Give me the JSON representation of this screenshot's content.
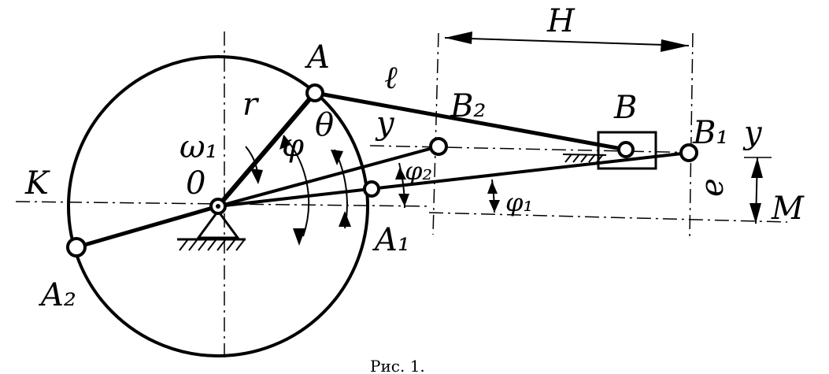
{
  "labels": {
    "H": "H",
    "A": "A",
    "l": "ℓ",
    "B2": "B₂",
    "B": "B",
    "B1": "B₁",
    "y_right": "y",
    "y_mid": "y",
    "r": "r",
    "omega1": "ω₁",
    "phi": "φ",
    "theta": "θ",
    "K": "K",
    "O": "0",
    "phi2": "φ₂",
    "phi1": "φ₁",
    "e": "e",
    "M": "M",
    "A1": "A₁",
    "A2": "A₂",
    "caption": "Рис. 1."
  }
}
